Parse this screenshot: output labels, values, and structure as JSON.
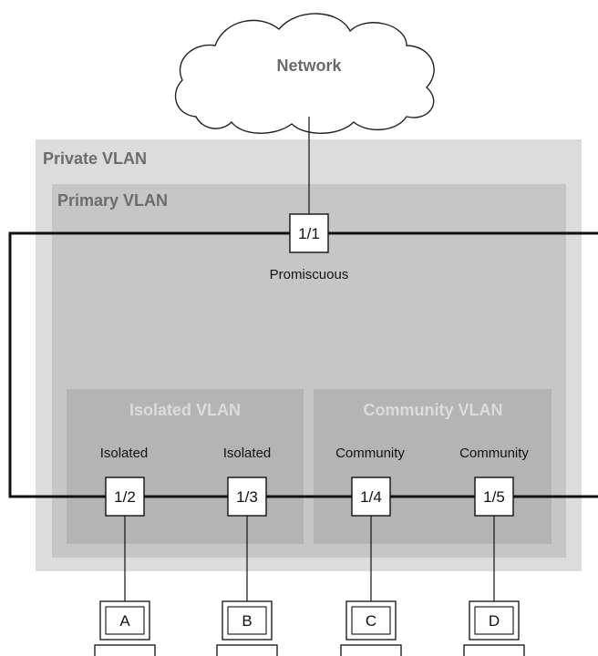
{
  "network": {
    "label": "Network"
  },
  "private_vlan": {
    "label": "Private VLAN"
  },
  "primary_vlan": {
    "label": "Primary VLAN"
  },
  "isolated_vlan": {
    "label": "Isolated VLAN"
  },
  "community_vlan": {
    "label": "Community VLAN"
  },
  "ports": [
    {
      "id": "1/1",
      "role": "Promiscuous"
    },
    {
      "id": "1/2",
      "role": "Isolated"
    },
    {
      "id": "1/3",
      "role": "Isolated"
    },
    {
      "id": "1/4",
      "role": "Community"
    },
    {
      "id": "1/5",
      "role": "Community"
    }
  ],
  "hosts": [
    {
      "label": "A"
    },
    {
      "label": "B"
    },
    {
      "label": "C"
    },
    {
      "label": "D"
    }
  ],
  "colors": {
    "private_vlan_fill": "#dcdcdc",
    "primary_vlan_fill": "#c6c6c6",
    "sub_vlan_fill": "#b4b4b4",
    "outer_label": "#6c6c6c",
    "sub_label": "#dcdcdc",
    "line": "#111111",
    "trunk_inner": "#444444",
    "box_fill": "#ffffff"
  }
}
